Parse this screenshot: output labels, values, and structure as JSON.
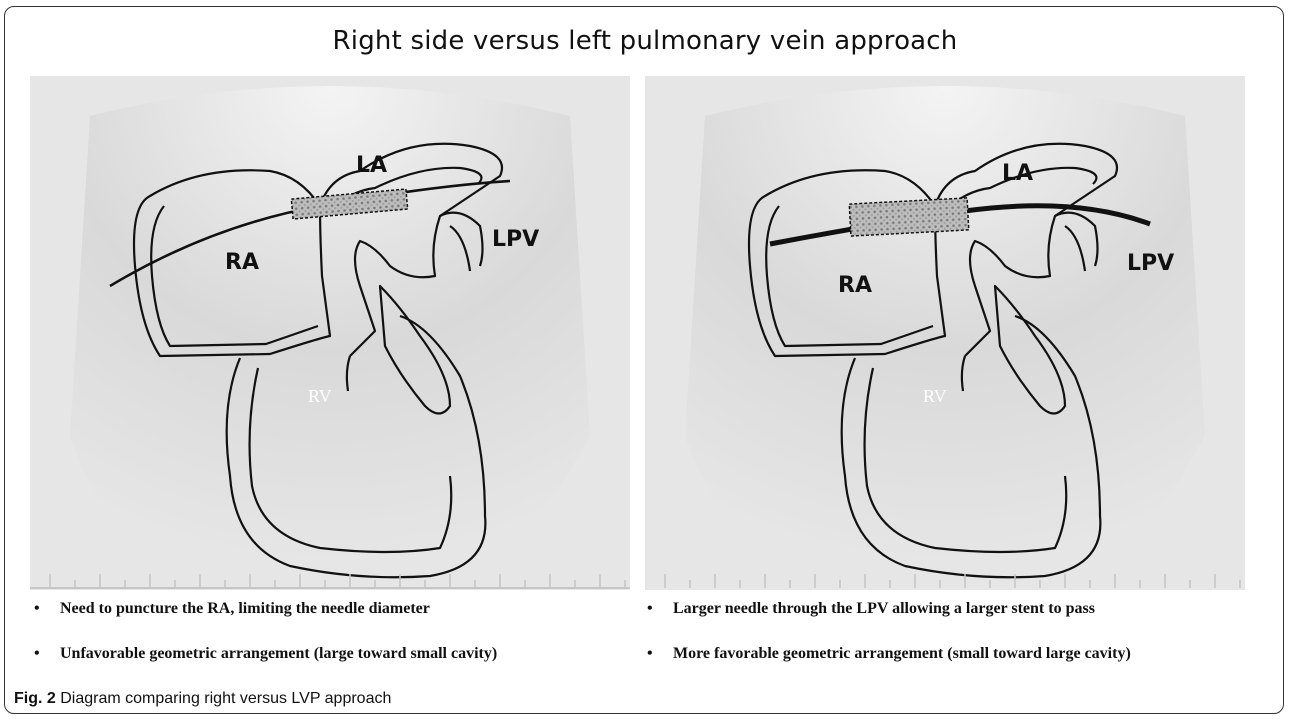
{
  "title": "Right side versus left pulmonary vein approach",
  "left_panel": {
    "labels": {
      "la": "LA",
      "ra": "RA",
      "lpv": "LPV",
      "rv": "RV"
    },
    "bullets": [
      "Need to puncture the RA, limiting the needle diameter",
      "Unfavorable geometric arrangement (large toward small cavity)"
    ]
  },
  "right_panel": {
    "labels": {
      "la": "LA",
      "ra": "RA",
      "lpv": "LPV",
      "rv": "RV"
    },
    "bullets": [
      "Larger needle through the LPV allowing a larger stent to pass",
      "More favorable geometric arrangement (small toward large cavity)"
    ]
  },
  "bullet_char": "•",
  "caption": {
    "label": "Fig. 2",
    "text": "Diagram comparing right versus LVP approach"
  }
}
